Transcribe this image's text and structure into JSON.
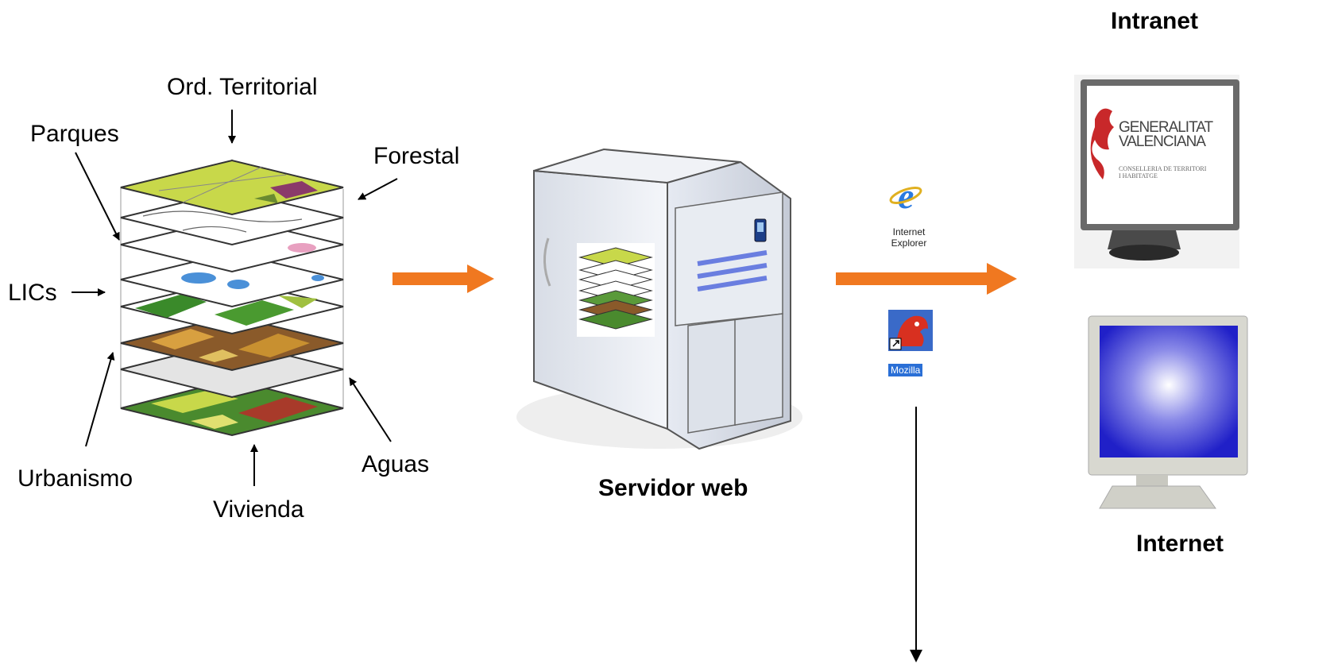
{
  "layers": {
    "labels": {
      "ord_territorial": "Ord. Territorial",
      "parques": "Parques",
      "forestal": "Forestal",
      "lics": "LICs",
      "urbanismo": "Urbanismo",
      "aguas": "Aguas",
      "vivienda": "Vivienda"
    }
  },
  "server": {
    "label": "Servidor web"
  },
  "browsers": {
    "ie_label_line1": "Internet",
    "ie_label_line2": "Explorer",
    "mozilla_label": "Mozilla"
  },
  "clients": {
    "intranet_label": "Intranet",
    "internet_label": "Internet",
    "gva_line1": "GENERALITAT",
    "gva_line2": "VALENCIANA",
    "gva_line3": "CONSELLERIA DE TERRITORI",
    "gva_line4": "I HABITATGE"
  },
  "colors": {
    "flow_arrow": "#f07820",
    "screen_blue": "#3030d0",
    "gva_red": "#c8282a"
  }
}
